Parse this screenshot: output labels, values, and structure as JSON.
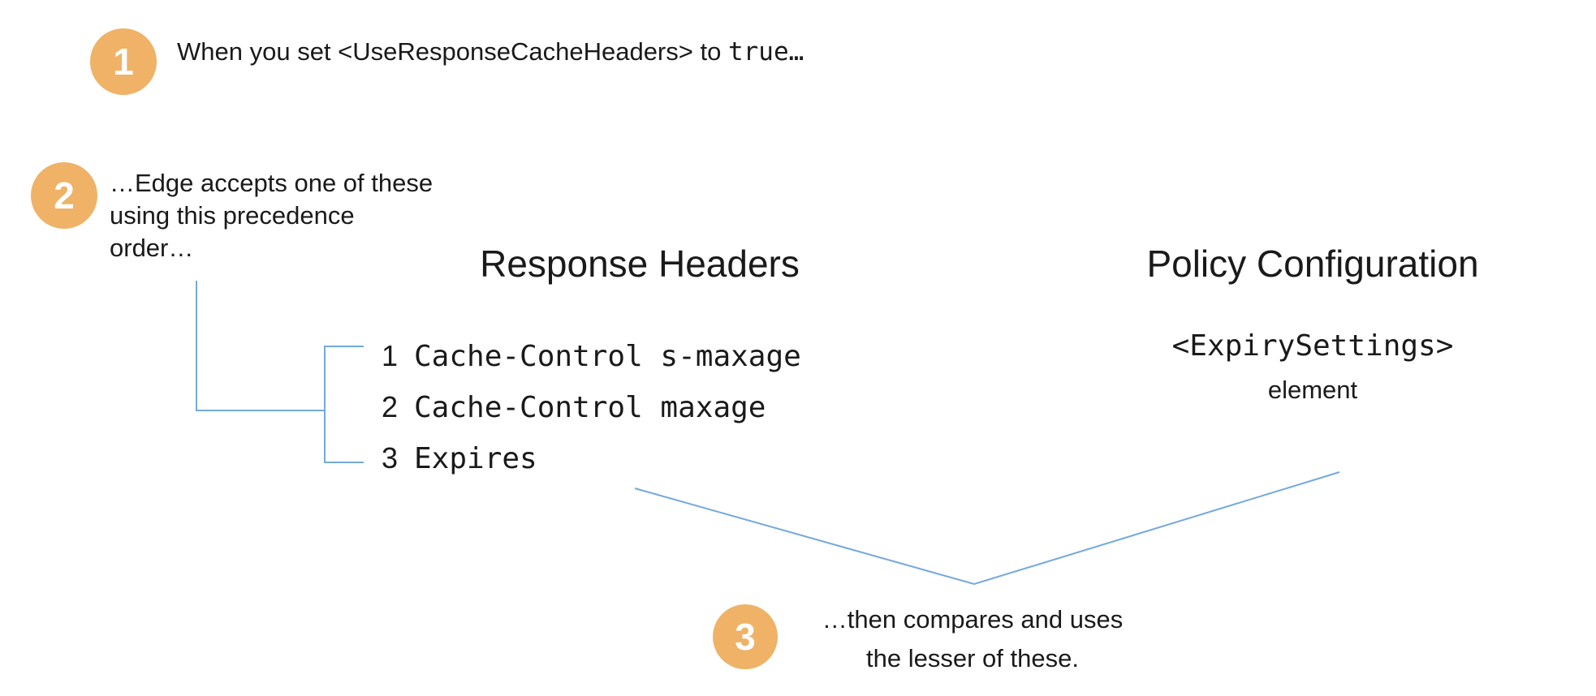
{
  "colors": {
    "accent_orange": "#efb266",
    "line_blue": "#74a9dc",
    "text": "#1a1a1a"
  },
  "steps": [
    {
      "number": "1",
      "text_prefix": "When you set <UseResponseCacheHeaders> to ",
      "text_code": "true…"
    },
    {
      "number": "2",
      "lines": [
        "…Edge accepts one of these",
        "using this precedence",
        "order…"
      ]
    },
    {
      "number": "3",
      "lines": [
        "…then compares and uses",
        "the lesser of these."
      ]
    }
  ],
  "columns": {
    "response_headers": {
      "title": "Response Headers",
      "items": [
        {
          "rank": "1",
          "value": "Cache-Control s-maxage"
        },
        {
          "rank": "2",
          "value": "Cache-Control maxage"
        },
        {
          "rank": "3",
          "value": "Expires"
        }
      ]
    },
    "policy_configuration": {
      "title": "Policy Configuration",
      "code": "<ExpirySettings>",
      "label": "element"
    }
  }
}
